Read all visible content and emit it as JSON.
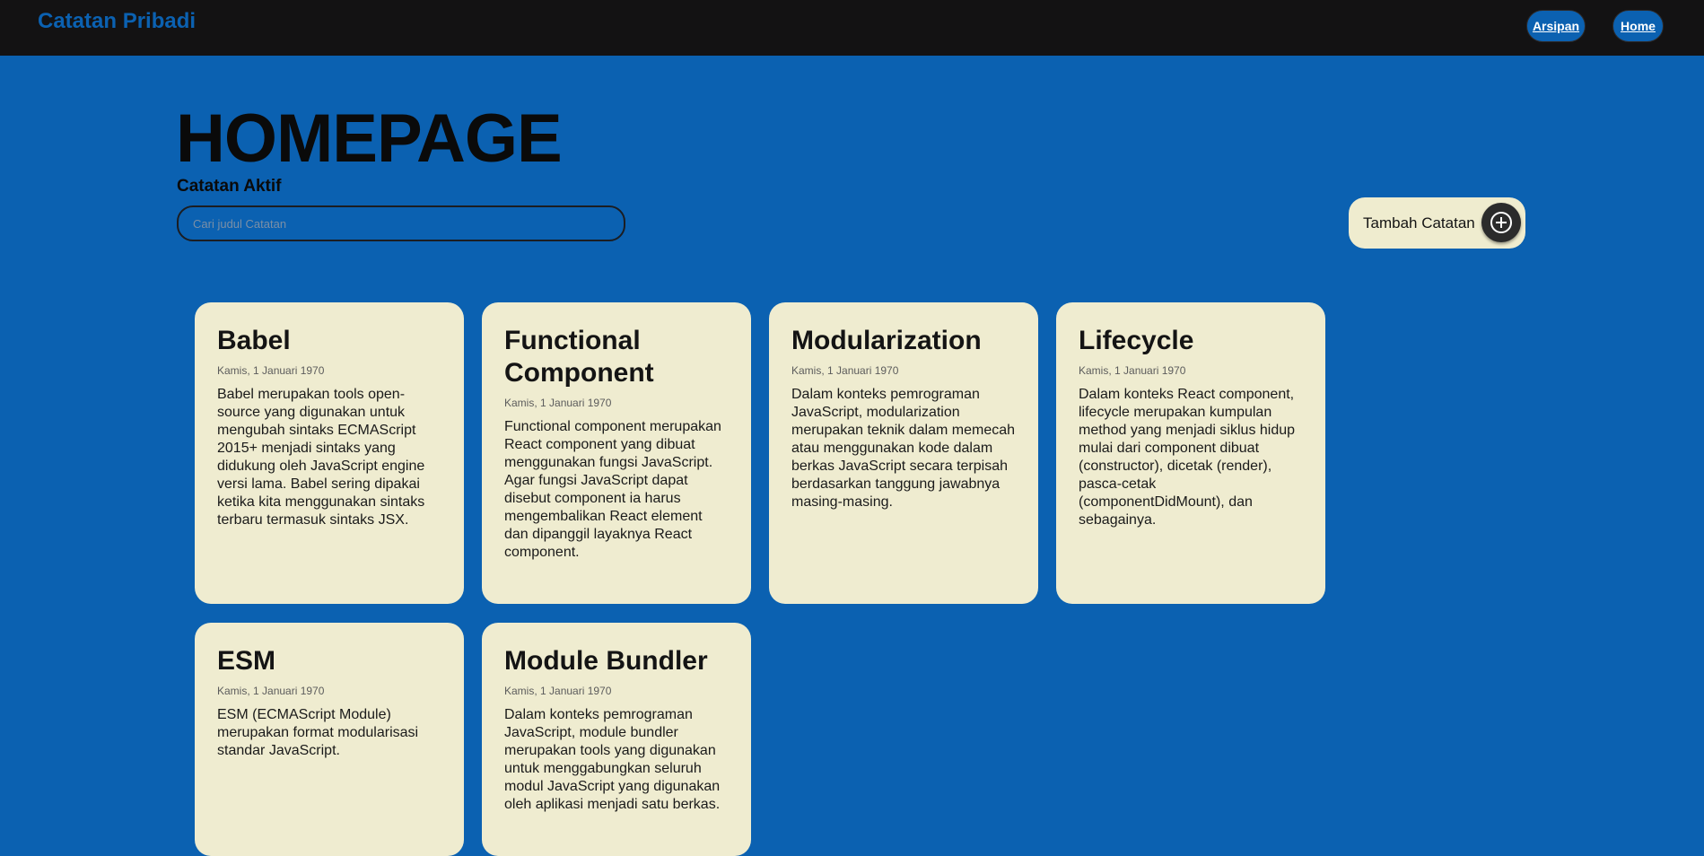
{
  "header": {
    "brand": "Catatan Pribadi",
    "nav": [
      {
        "label": "Arsipan"
      },
      {
        "label": "Home"
      }
    ]
  },
  "main": {
    "title": "HOMEPAGE",
    "section_title": "Catatan Aktif",
    "search": {
      "placeholder": "Cari judul Catatan",
      "value": ""
    },
    "add_button_label": "Tambah Catatan",
    "add_button_icon": "plus-circle-icon"
  },
  "notes": [
    {
      "title": "Babel",
      "date": "Kamis, 1 Januari 1970",
      "body": "Babel merupakan tools open-source yang digunakan untuk mengubah sintaks ECMAScript 2015+ menjadi sintaks yang didukung oleh JavaScript engine versi lama. Babel sering dipakai ketika kita menggunakan sintaks terbaru termasuk sintaks JSX."
    },
    {
      "title": "Functional Component",
      "date": "Kamis, 1 Januari 1970",
      "body": "Functional component merupakan React component yang dibuat menggunakan fungsi JavaScript. Agar fungsi JavaScript dapat disebut component ia harus mengembalikan React element dan dipanggil layaknya React component."
    },
    {
      "title": "Modularization",
      "date": "Kamis, 1 Januari 1970",
      "body": "Dalam konteks pemrograman JavaScript, modularization merupakan teknik dalam memecah atau menggunakan kode dalam berkas JavaScript secara terpisah berdasarkan tanggung jawabnya masing-masing."
    },
    {
      "title": "Lifecycle",
      "date": "Kamis, 1 Januari 1970",
      "body": "Dalam konteks React component, lifecycle merupakan kumpulan method yang menjadi siklus hidup mulai dari component dibuat (constructor), dicetak (render), pasca-cetak (componentDidMount), dan sebagainya."
    },
    {
      "title": "ESM",
      "date": "Kamis, 1 Januari 1970",
      "body": "ESM (ECMAScript Module) merupakan format modularisasi standar JavaScript."
    },
    {
      "title": "Module Bundler",
      "date": "Kamis, 1 Januari 1970",
      "body": "Dalam konteks pemrograman JavaScript, module bundler merupakan tools yang digunakan untuk menggabungkan seluruh modul JavaScript yang digunakan oleh aplikasi menjadi satu berkas."
    }
  ],
  "colors": {
    "page_background": "#0b61b1",
    "topbar_background": "#131213",
    "card_background": "#efecd0",
    "accent": "#0b61b1"
  }
}
